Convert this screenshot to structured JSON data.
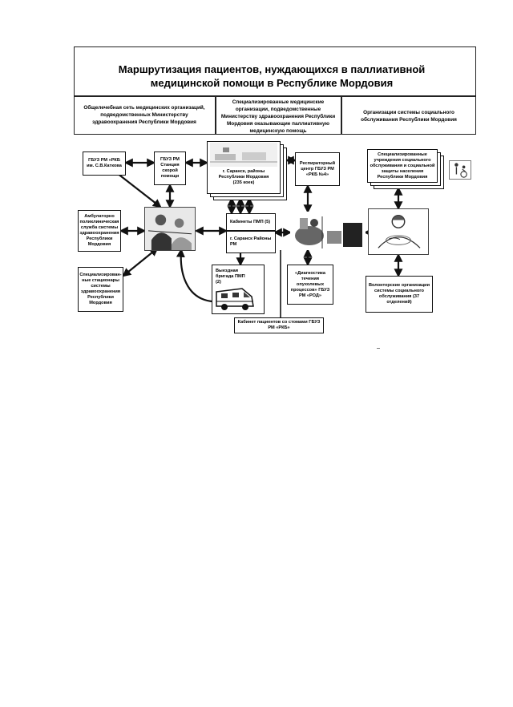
{
  "title_line1": "Маршрутизация пациентов, нуждающихся в паллиативной",
  "title_line2": "медицинской помощи в Республике Мордовия",
  "headers": {
    "left": "Общелечебная сеть медицинских организаций, подведомственных Министерству здравоохранения Республики Мордовия",
    "center": "Специализированные медицинские организации, подведомственные Министерству здравоохранения Республики Мордовия оказывающие паллиативную медицинскую помощь",
    "right": "Организации системы социального обслуживания Республики Мордовия"
  },
  "boxes": {
    "rkb": "ГБУЗ РМ «РКБ им. С.В.Каткова",
    "ambulance_station": "ГБУЗ РМ Станция скорой помощи",
    "outpatient": "Амбулаторно поликлиническая служба системы здравоохранения Республики Мордовия",
    "inpatient": "Специализирован-ные стационары системы здравоохранения Республики Мордовия",
    "saransk_districts": "г. Саранск, районы Республики Мордовия (235 коек)",
    "respiratory_center": "Респираторный центр ГБУЗ РМ «РКБ №4»",
    "pmp_rooms": "Кабинеты ПМП (5)",
    "saransk_rm": "г. Саранск Районы РМ",
    "mobile_team": "Выездная бригада ПМП (2)",
    "diagnostics": "«Диагностика течения опухолевых процессов» ГБУЗ РМ «РОД»",
    "stoma_room": "Кабинет пациентов со стомами ГБУЗ РМ «РКБ»",
    "social_institutions": "Специализированные учреждения социального обслуживания и социальной защиты населения Республики Мордовия",
    "volunteers": "Волонтерские организации системы социального обслуживания (37 отделений)"
  },
  "colors": {
    "line": "#111111",
    "frame": "#222222",
    "photo": "#f4f4f4"
  },
  "icons": [
    "doctor-patient-photo-icon",
    "hospital-ward-photo-icon",
    "medical-equipment-photo-icon",
    "caregiver-photo-icon",
    "wheelchair-icon",
    "ambulance-icon"
  ]
}
